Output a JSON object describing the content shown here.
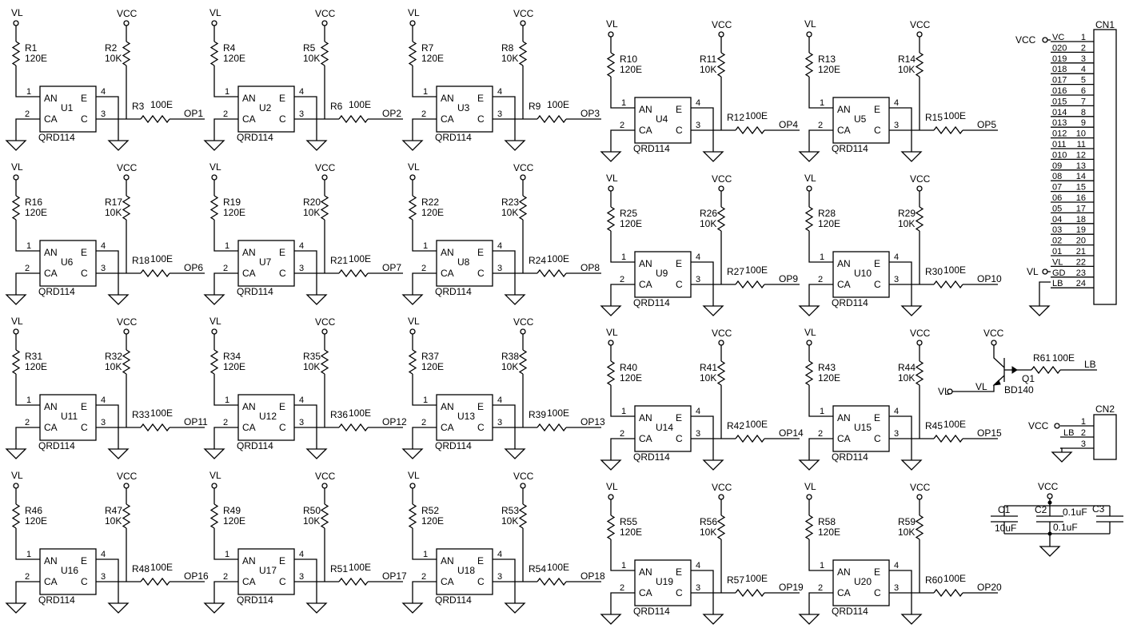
{
  "supply": {
    "vl": "VL",
    "vcc": "VCC"
  },
  "sensor_part": "QRD114",
  "pin_labels": {
    "an": "AN",
    "ca": "CA",
    "e": "E",
    "c": "C",
    "p1": "1",
    "p2": "2",
    "p3": "3",
    "p4": "4"
  },
  "sensors": [
    {
      "u": "U1",
      "ra": "R1",
      "rav": "120E",
      "rb": "R2",
      "rbv": "10K",
      "rc": "R3",
      "rcv": "100E",
      "op": "OP1"
    },
    {
      "u": "U2",
      "ra": "R4",
      "rav": "120E",
      "rb": "R5",
      "rbv": "10K",
      "rc": "R6",
      "rcv": "100E",
      "op": "OP2"
    },
    {
      "u": "U3",
      "ra": "R7",
      "rav": "120E",
      "rb": "R8",
      "rbv": "10K",
      "rc": "R9",
      "rcv": "100E",
      "op": "OP3"
    },
    {
      "u": "U4",
      "ra": "R10",
      "rav": "120E",
      "rb": "R11",
      "rbv": "10K",
      "rc": "R12",
      "rcv": "100E",
      "op": "OP4"
    },
    {
      "u": "U5",
      "ra": "R13",
      "rav": "120E",
      "rb": "R14",
      "rbv": "10K",
      "rc": "R15",
      "rcv": "100E",
      "op": "OP5"
    },
    {
      "u": "U6",
      "ra": "R16",
      "rav": "120E",
      "rb": "R17",
      "rbv": "10K",
      "rc": "R18",
      "rcv": "100E",
      "op": "OP6"
    },
    {
      "u": "U7",
      "ra": "R19",
      "rav": "120E",
      "rb": "R20",
      "rbv": "10K",
      "rc": "R21",
      "rcv": "100E",
      "op": "OP7"
    },
    {
      "u": "U8",
      "ra": "R22",
      "rav": "120E",
      "rb": "R23",
      "rbv": "10K",
      "rc": "R24",
      "rcv": "100E",
      "op": "OP8"
    },
    {
      "u": "U9",
      "ra": "R25",
      "rav": "120E",
      "rb": "R26",
      "rbv": "10K",
      "rc": "R27",
      "rcv": "100E",
      "op": "OP9"
    },
    {
      "u": "U10",
      "ra": "R28",
      "rav": "120E",
      "rb": "R29",
      "rbv": "10K",
      "rc": "R30",
      "rcv": "100E",
      "op": "OP10"
    },
    {
      "u": "U11",
      "ra": "R31",
      "rav": "120E",
      "rb": "R32",
      "rbv": "10K",
      "rc": "R33",
      "rcv": "100E",
      "op": "OP11"
    },
    {
      "u": "U12",
      "ra": "R34",
      "rav": "120E",
      "rb": "R35",
      "rbv": "10K",
      "rc": "R36",
      "rcv": "100E",
      "op": "OP12"
    },
    {
      "u": "U13",
      "ra": "R37",
      "rav": "120E",
      "rb": "R38",
      "rbv": "10K",
      "rc": "R39",
      "rcv": "100E",
      "op": "OP13"
    },
    {
      "u": "U14",
      "ra": "R40",
      "rav": "120E",
      "rb": "R41",
      "rbv": "10K",
      "rc": "R42",
      "rcv": "100E",
      "op": "OP14"
    },
    {
      "u": "U15",
      "ra": "R43",
      "rav": "120E",
      "rb": "R44",
      "rbv": "10K",
      "rc": "R45",
      "rcv": "100E",
      "op": "OP15"
    },
    {
      "u": "U16",
      "ra": "R46",
      "rav": "120E",
      "rb": "R47",
      "rbv": "10K",
      "rc": "R48",
      "rcv": "100E",
      "op": "OP16"
    },
    {
      "u": "U17",
      "ra": "R49",
      "rav": "120E",
      "rb": "R50",
      "rbv": "10K",
      "rc": "R51",
      "rcv": "100E",
      "op": "OP17"
    },
    {
      "u": "U18",
      "ra": "R52",
      "rav": "120E",
      "rb": "R53",
      "rbv": "10K",
      "rc": "R54",
      "rcv": "100E",
      "op": "OP18"
    },
    {
      "u": "U19",
      "ra": "R55",
      "rav": "120E",
      "rb": "R56",
      "rbv": "10K",
      "rc": "R57",
      "rcv": "100E",
      "op": "OP19"
    },
    {
      "u": "U20",
      "ra": "R58",
      "rav": "120E",
      "rb": "R59",
      "rbv": "10K",
      "rc": "R60",
      "rcv": "100E",
      "op": "OP20"
    }
  ],
  "cn1": {
    "name": "CN1",
    "left_nets": {
      "vcc": "VCC",
      "vl": "VL"
    },
    "pins": [
      {
        "n": "1",
        "sig": "VC"
      },
      {
        "n": "2",
        "sig": "020"
      },
      {
        "n": "3",
        "sig": "019"
      },
      {
        "n": "4",
        "sig": "018"
      },
      {
        "n": "5",
        "sig": "017"
      },
      {
        "n": "6",
        "sig": "016"
      },
      {
        "n": "7",
        "sig": "015"
      },
      {
        "n": "8",
        "sig": "014"
      },
      {
        "n": "9",
        "sig": "013"
      },
      {
        "n": "10",
        "sig": "012"
      },
      {
        "n": "11",
        "sig": "011"
      },
      {
        "n": "12",
        "sig": "010"
      },
      {
        "n": "13",
        "sig": "09"
      },
      {
        "n": "14",
        "sig": "08"
      },
      {
        "n": "15",
        "sig": "07"
      },
      {
        "n": "16",
        "sig": "06"
      },
      {
        "n": "17",
        "sig": "05"
      },
      {
        "n": "18",
        "sig": "04"
      },
      {
        "n": "19",
        "sig": "03"
      },
      {
        "n": "20",
        "sig": "02"
      },
      {
        "n": "21",
        "sig": "01"
      },
      {
        "n": "22",
        "sig": "VL"
      },
      {
        "n": "23",
        "sig": "GD"
      },
      {
        "n": "24",
        "sig": "LB"
      }
    ]
  },
  "cn2": {
    "name": "CN2",
    "pins": [
      {
        "n": "1",
        "sig": ""
      },
      {
        "n": "2",
        "sig": "LB"
      },
      {
        "n": "3",
        "sig": ""
      }
    ],
    "vcc": "VCC"
  },
  "q1": {
    "name": "Q1",
    "part": "BD140",
    "vcc": "VCC",
    "vl_port": "VL",
    "vl_wire": "VL",
    "r": "R61",
    "rv": "100E",
    "lb": "LB"
  },
  "caps": {
    "vcc": "VCC",
    "c1": "C1",
    "c1v": "10uF",
    "c2": "C2",
    "c2v": "0.1uF",
    "c3": "C3",
    "c3v": "0.1uF"
  }
}
